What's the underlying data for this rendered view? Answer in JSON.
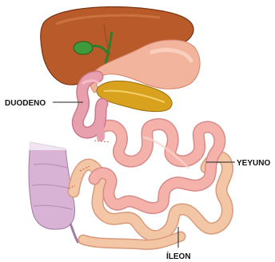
{
  "labels": {
    "duodeno": "DUODENO",
    "yeyuno": "YEYUNO",
    "ileon": "ÍLEON"
  },
  "colors": {
    "liver": "#b85a2a",
    "gallbladder": "#3e9a3a",
    "stomach": "#f2b49c",
    "pancreas": "#d9a21e",
    "duodenum": "#e9a0ae",
    "jejunum": "#f4b2aa",
    "ileum": "#f3c6a6",
    "colon": "#d9b3d6"
  }
}
